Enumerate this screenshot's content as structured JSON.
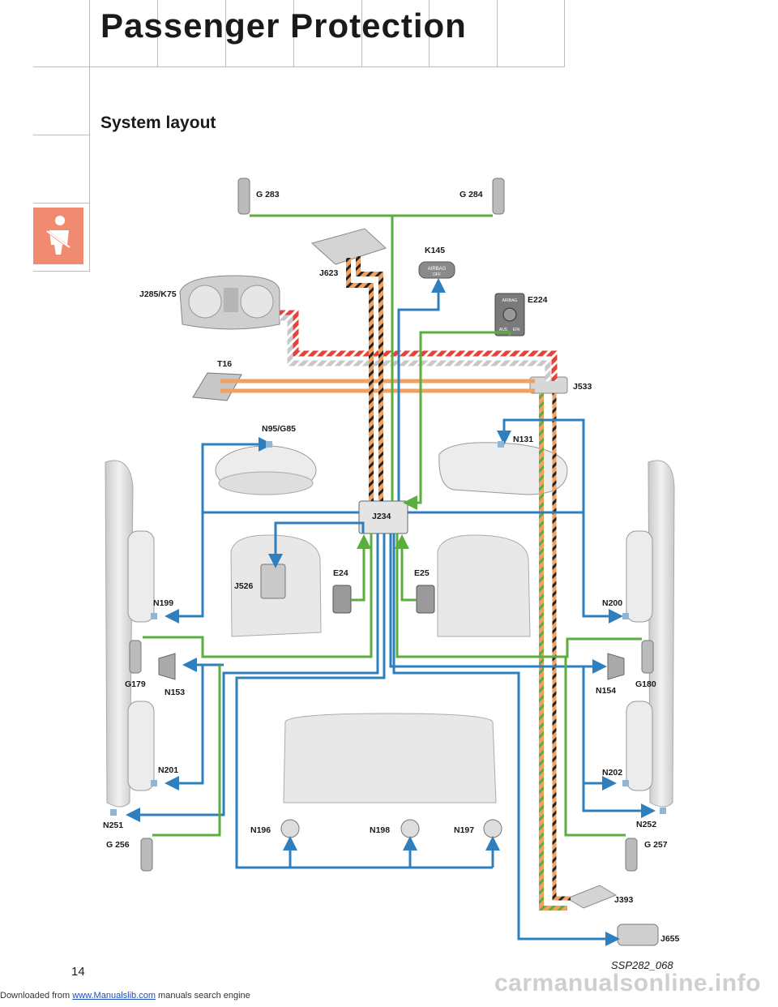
{
  "header": {
    "title": "Passenger Protection",
    "subtitle": "System layout"
  },
  "components": {
    "g283": "G 283",
    "g284": "G 284",
    "j623": "J623",
    "k145": "K145",
    "k145_text_1": "AIRBAG",
    "k145_text_2": "OFF",
    "j285": "J285/K75",
    "e224": "E224",
    "e224_text_1": "AIRBAG",
    "e224_text_2": "AUS",
    "e224_text_3": "EIN",
    "t16": "T16",
    "j533": "J533",
    "n95": "N95/G85",
    "n131": "N131",
    "j234": "J234",
    "j526": "J526",
    "e24": "E24",
    "e25": "E25",
    "n199": "N199",
    "n200": "N200",
    "g179": "G179",
    "n153": "N153",
    "n154": "N154",
    "g180": "G180",
    "n201": "N201",
    "n202": "N202",
    "n251": "N251",
    "n252": "N252",
    "g256": "G 256",
    "g257": "G 257",
    "n196": "N196",
    "n198": "N198",
    "n197": "N197",
    "j393": "J393",
    "j655": "J655"
  },
  "footer": {
    "page_number": "14",
    "figure_ref": "SSP282_068",
    "download_prefix": "Downloaded from",
    "download_link": "www.Manualslib.com",
    "download_suffix": "manuals search engine",
    "watermark": "carmanualsonline.info"
  },
  "colors": {
    "blue": "#2f7fbe",
    "green": "#5aae3e",
    "orange": "#f0a060",
    "red": "#e7423a",
    "accent": "#f08a70"
  }
}
